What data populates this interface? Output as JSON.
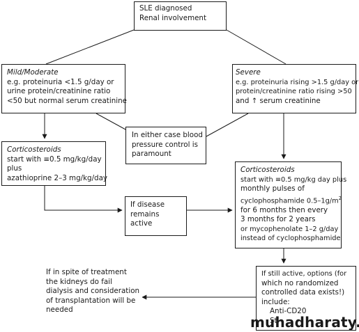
{
  "top": {
    "line1": "SLE diagnosed",
    "line2": "Renal involvement"
  },
  "mild": {
    "heading": "Mild/Moderate",
    "line1": "e.g. proteinuria <1.5 g/day or",
    "line2": "urine protein/creatinine ratio",
    "line3": "<50 but normal serum creatinine"
  },
  "severe": {
    "heading": "Severe",
    "line1": "e.g. proteinuria rising >1.5 g/day or",
    "line2": "protein/creatinine ratio rising >50",
    "line3": "and ↑ serum creatinine"
  },
  "bp": {
    "line1": "In either case blood",
    "line2": "pressure control is",
    "line3": "paramount"
  },
  "cortico_left": {
    "heading": "Corticosteroids",
    "line1": "start with ≡0.5 mg/kg/day",
    "line2": "plus",
    "line3": "azathioprine 2–3 mg/kg/day"
  },
  "active": {
    "line1": "If disease",
    "line2": "remains",
    "line3": "active"
  },
  "cortico_right": {
    "heading": "Corticosteroids",
    "line1": "start with ≡0.5 mg/kg day plus",
    "line2": "monthly pulses of",
    "line3a": "cyclophosphamide 0.5–1g/m",
    "line3sup": "2",
    "line4": "for 6 months then every",
    "line5": "3 months for 2 years",
    "line6": "or mycophenolate 1–2 g/day",
    "line7": "instead of cyclophosphamide"
  },
  "still_active": {
    "line1": "If still active, options (for",
    "line2": "which no randomized",
    "line3": "controlled data exists!)",
    "line4": "include:",
    "line5": "Anti-CD20",
    "line6": "St"
  },
  "spite": {
    "line1": "If in spite of treatment",
    "line2": "the kidneys do fail",
    "line3": "dialysis and consideration",
    "line4": "of transplantation will be",
    "line5": "needed"
  },
  "watermark": "muhadharaty.com"
}
